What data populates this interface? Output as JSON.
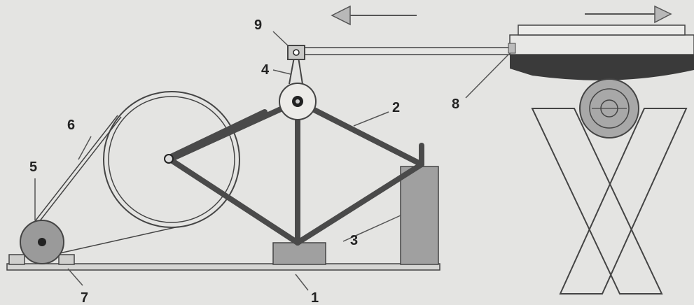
{
  "labels": {
    "l1": "1",
    "l2": "2",
    "l3": "3",
    "l4": "4",
    "l5": "5",
    "l6": "6",
    "l7": "7",
    "l8": "8",
    "l9": "9"
  },
  "colors": {
    "background": "#e4e4e2",
    "frame": "#4a4a4a",
    "block_fill": "#a0a0a0",
    "motor_fill": "#9a9a9a",
    "arrow_fill": "#b8b8b8",
    "table_shadow": "#3a3a3a",
    "stroke": "#444444"
  },
  "icons": {
    "left_arrow": "arrow-left-icon",
    "right_arrow": "arrow-right-icon"
  }
}
